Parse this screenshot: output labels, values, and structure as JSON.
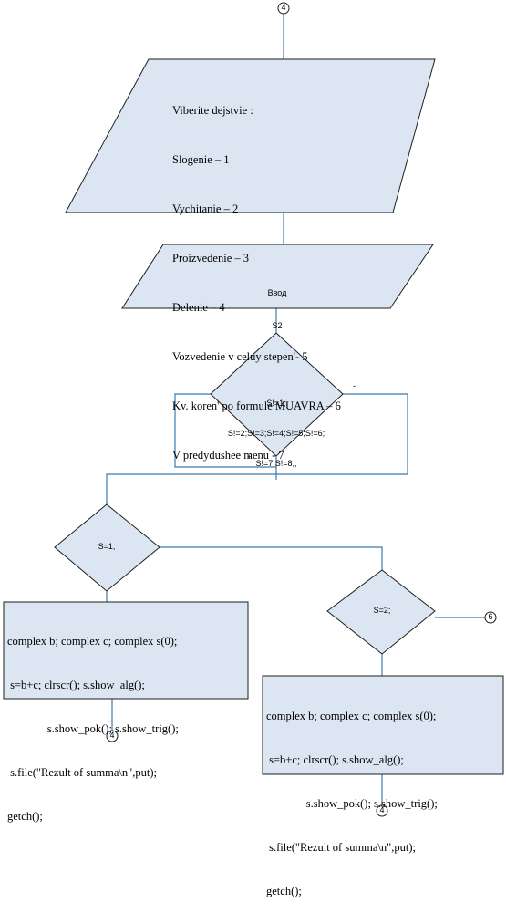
{
  "connectors": {
    "top": "4",
    "left_bottom": "4",
    "right_bottom": "4",
    "right_side": "6"
  },
  "menu": {
    "lines": [
      "Viberite dejstvie :",
      "Slogenie – 1",
      "Vychitanie – 2",
      "Proizvedenie – 3",
      "Delenie – 4",
      "Vozvedenie v celuy stepen'- 5",
      "Kv. koren' po formule MUAVRA – 6",
      "V predydushee menu - 7"
    ]
  },
  "input": {
    "line1": "Ввод",
    "line2": "S2"
  },
  "check": {
    "line1": "S!=1;",
    "line2": "S!=2;S!=3;S!=4;S!=5;S!=6;",
    "line3": "S!=7;S!=8;;",
    "minus_label": "-",
    "plus_label": "+"
  },
  "decision1": {
    "label": "S=1;"
  },
  "decision2": {
    "label": "S=2;"
  },
  "process_left": {
    "lines": [
      "complex b; complex c; complex s(0);",
      " s=b+c; clrscr(); s.show_alg();",
      "              s.show_pok(); s.show_trig();",
      " s.file(\"Rezult of summa\\n\",put);",
      "getch();"
    ]
  },
  "process_right": {
    "lines": [
      "complex b; complex c; complex s(0);",
      " s=b+c; clrscr(); s.show_alg();",
      "              s.show_pok(); s.show_trig();",
      " s.file(\"Rezult of summa\\n\",put);",
      "getch();"
    ]
  },
  "colors": {
    "shape_fill": "#dce6f2",
    "connector_line": "#3b7cae",
    "outline": "#1e1e1e"
  }
}
